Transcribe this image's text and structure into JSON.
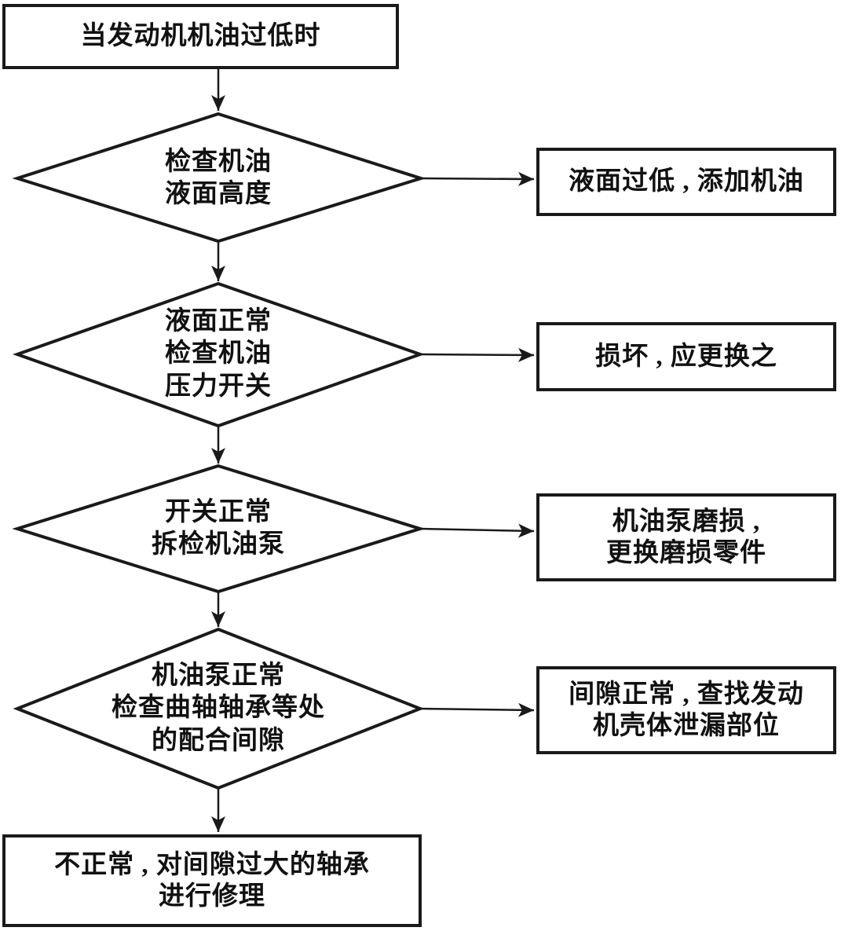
{
  "flowchart": {
    "start_node": "当发动机机油过低时",
    "steps": [
      {
        "decision": "检查机油\n液面高度",
        "outcome": "液面过低 , 添加机油"
      },
      {
        "decision": "液面正常\n检查机油\n压力开关",
        "outcome": "损坏 , 应更换之"
      },
      {
        "decision": "开关正常\n拆检机油泵",
        "outcome": "机油泵磨损 ,\n更换磨损零件"
      },
      {
        "decision": "机油泵正常\n检查曲轴轴承等处\n的配合间隙",
        "outcome": "间隙正常 , 查找发动\n机壳体泄漏部位"
      }
    ],
    "end_node": "不正常 , 对间隙过大的轴承\n进行修理",
    "colors": {
      "line": "#1a1a1a",
      "text": "#111111",
      "background": "#ffffff"
    }
  }
}
